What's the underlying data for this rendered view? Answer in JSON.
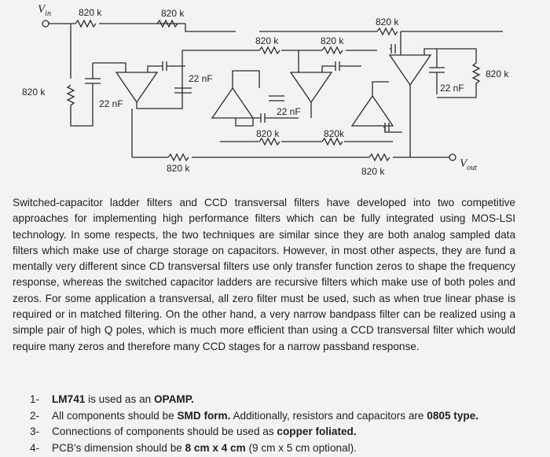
{
  "circuit": {
    "vin_label": "V",
    "vin_sub": "in",
    "vout_label": "V",
    "vout_sub": "out",
    "r_top_left": "820 k",
    "r_top_mid": "820 k",
    "r_top_right": "820 k",
    "r_fb2a": "820 k",
    "r_fb2b": "820 k",
    "r_left_shunt": "820 k",
    "r_right_shunt": "820 k",
    "c_left": "22 nF",
    "c_mid": "22 nF",
    "c_center": "22 nF",
    "c_right": "22 nF",
    "r_low_a": "820 k",
    "r_low_b": "820k",
    "r_bottom_left": "820 k",
    "r_bottom_right": "820 k"
  },
  "paragraph": "Switched-capacitor ladder filters and CCD transversal filters have developed into two competitive approaches for implementing high performance filters which can be fully integrated using MOS-LSI technology. In some respects, the two techniques are similar since they are both analog sampled data filters which make use of charge storage on capacitors. However, in most other aspects, they are fund a mentally very different since CD transversal filters use only transfer function zeros to shape the frequency response, whereas the switched capacitor ladders are recursive filters which make use of both poles and zeros. For some application a transversal, all zero filter must be used, such as when true linear phase is required or in matched filtering. On the other hand, a very narrow bandpass filter can be realized using a simple pair of high Q poles, which is much more efficient than using a CCD transversal filter which would require many zeros and therefore many CCD stages for a narrow passband response.",
  "notes": [
    {
      "num": "1-",
      "bold1": "LM741",
      "text1": " is used as an ",
      "bold2": "OPAMP.",
      "text2": ""
    },
    {
      "num": "2-",
      "bold1": "",
      "text1": "All components should be ",
      "bold2": "SMD form.",
      "text2": " Additionally, resistors and capacitors are ",
      "bold3": "0805 type."
    },
    {
      "num": "3-",
      "bold1": "",
      "text1": "Connections of components should be used as ",
      "bold2": "copper foliated.",
      "text2": ""
    },
    {
      "num": "4-",
      "bold1": "",
      "text1": "PCB's dimension should be ",
      "bold2": "8 cm x 4 cm",
      "text2": " (9 cm x 5 cm optional)."
    }
  ]
}
